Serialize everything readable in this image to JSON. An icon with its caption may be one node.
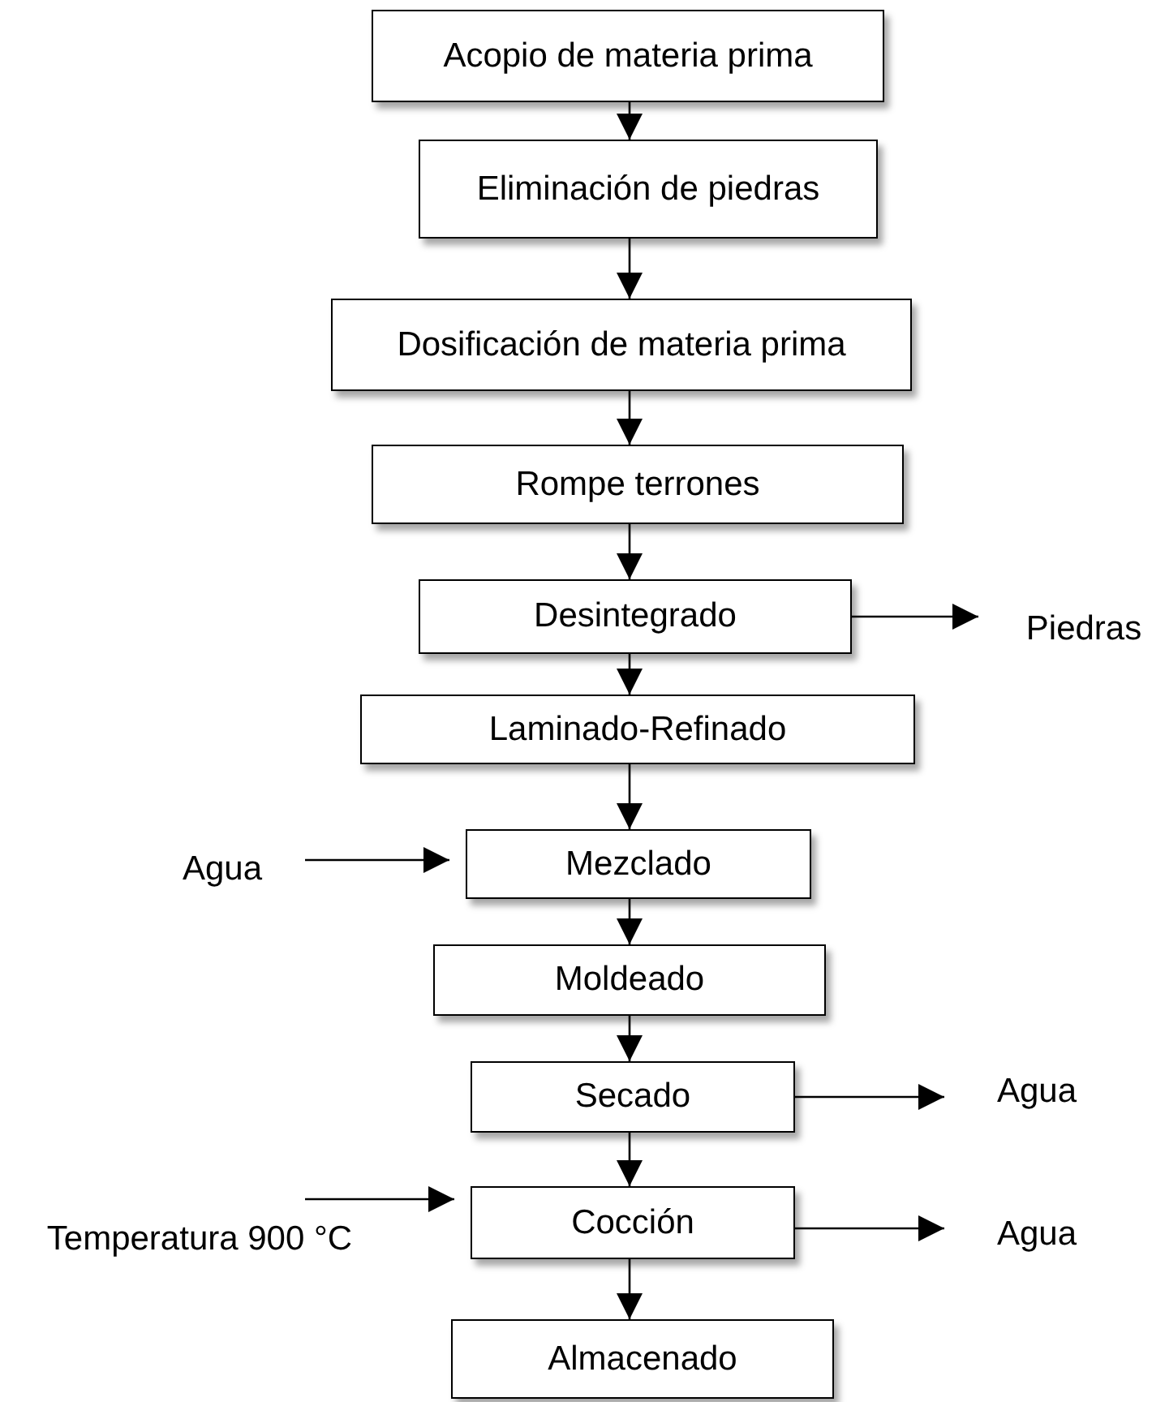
{
  "diagram": {
    "nodes": [
      {
        "text": [
          "Acopio de materia prima"
        ]
      },
      {
        "text": [
          "Eliminación de piedras"
        ]
      },
      {
        "text": [
          "Dosificación de materia prima"
        ]
      },
      {
        "text": [
          "Rompe terrones"
        ]
      },
      {
        "text": [
          "Desintegrado"
        ]
      },
      {
        "text": [
          "Laminado-Refinado"
        ]
      },
      {
        "text": [
          "Mezclado"
        ]
      },
      {
        "text": [
          "Moldeado"
        ]
      },
      {
        "text": [
          "Secado"
        ]
      },
      {
        "text": [
          "Cocción"
        ]
      },
      {
        "text": [
          "Almacenado"
        ]
      },
      {
        "text": [
          "Piedras"
        ]
      },
      {
        "text": [
          "Agua"
        ]
      },
      {
        "text": [
          "Agua"
        ]
      },
      {
        "text": [
          "Temperatura 900 °C"
        ]
      },
      {
        "text": [
          "Agua"
        ]
      }
    ],
    "edges": [
      {
        "from": 0,
        "to": 1,
        "arrow": "to"
      },
      {
        "from": 1,
        "to": 2,
        "arrow": "to"
      },
      {
        "from": 2,
        "to": 3,
        "arrow": "to"
      },
      {
        "from": 3,
        "to": 4,
        "arrow": "to"
      },
      {
        "from": 4,
        "to": 5,
        "arrow": "to"
      },
      {
        "from": 4,
        "to": 11,
        "arrow": "to"
      },
      {
        "from": 5,
        "to": 6,
        "arrow": "to"
      },
      {
        "from": 12,
        "to": 6,
        "arrow": "to"
      },
      {
        "from": 6,
        "to": 7,
        "arrow": "to"
      },
      {
        "from": 7,
        "to": 8,
        "arrow": "to"
      },
      {
        "from": 8,
        "to": 13,
        "arrow": "to"
      },
      {
        "from": 8,
        "to": 9,
        "arrow": "to"
      },
      {
        "from": 14,
        "to": 9,
        "arrow": "to"
      },
      {
        "from": 9,
        "to": 15,
        "arrow": "to"
      },
      {
        "from": 9,
        "to": 10,
        "arrow": "to"
      }
    ]
  }
}
